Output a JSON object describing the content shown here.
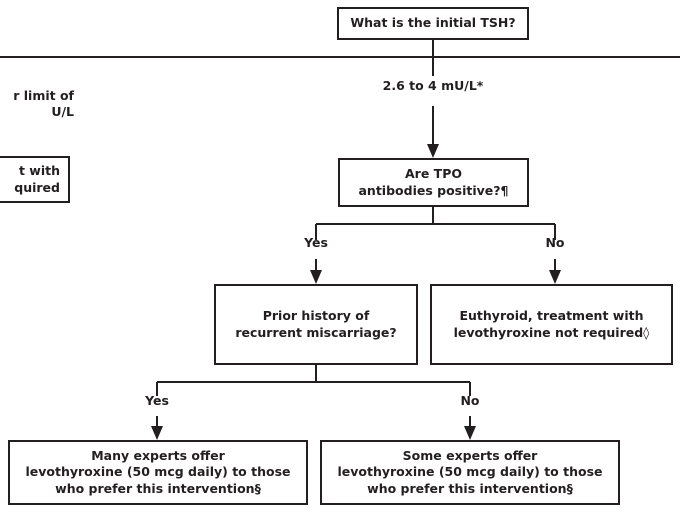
{
  "diagram": {
    "type": "clinical-decision-flowchart",
    "colors": {
      "line": "#231f20",
      "box_border": "#231f20",
      "background": "#ffffff",
      "text": "#231f20"
    },
    "nodes": {
      "initial_tsh": {
        "text": "What is the initial TSH?"
      },
      "tpo_antibodies": {
        "text": "Are TPO\nantibodies positive?¶"
      },
      "prior_miscarriage": {
        "text": "Prior history of\nrecurrent miscarriage?"
      },
      "euthyroid_no_treatment": {
        "text": "Euthyroid, treatment with\nlevothyroxine not required◊"
      },
      "many_experts": {
        "text": "Many experts offer\nlevothyroxine (50 mcg daily) to those\nwho prefer this intervention§"
      },
      "some_experts": {
        "text": "Some experts offer\nlevothyroxine (50 mcg daily) to those\nwho prefer this intervention§"
      },
      "clipped_left_box": {
        "text": "t with\nquired"
      }
    },
    "edge_labels": {
      "tsh_range": "2.6 to 4 mU/L*",
      "clipped_left_label": "r limit of\nU/L",
      "tpo_yes": "Yes",
      "tpo_no": "No",
      "miscarriage_yes": "Yes",
      "miscarriage_no": "No"
    },
    "footnote_markers": {
      "asterisk": "*",
      "pilcrow": "¶",
      "lozenge": "◊",
      "section": "§"
    }
  }
}
